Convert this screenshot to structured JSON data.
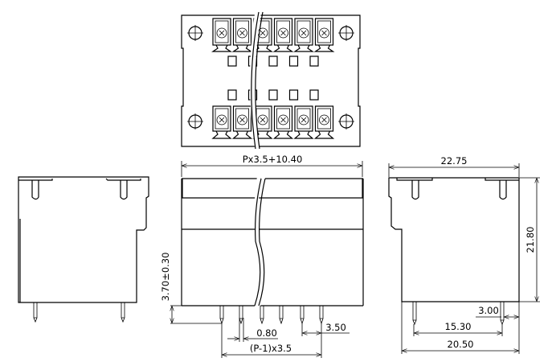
{
  "drawing": {
    "views": [
      "top-view",
      "left-side-view",
      "front-view",
      "right-side-view"
    ],
    "pole_count_shown": 6,
    "colors": {
      "line": "#000000",
      "background": "#ffffff"
    }
  },
  "dimensions": {
    "overall_length": "Px3.5+10.40",
    "pin_height": "3.70±0.30",
    "pin_width": "0.80",
    "pitch": "3.50",
    "pin_span": "(P-1)x3.5",
    "depth": "22.75",
    "height": "21.80",
    "row_offset": "3.00",
    "row_spacing": "15.30",
    "base_depth": "20.50"
  }
}
